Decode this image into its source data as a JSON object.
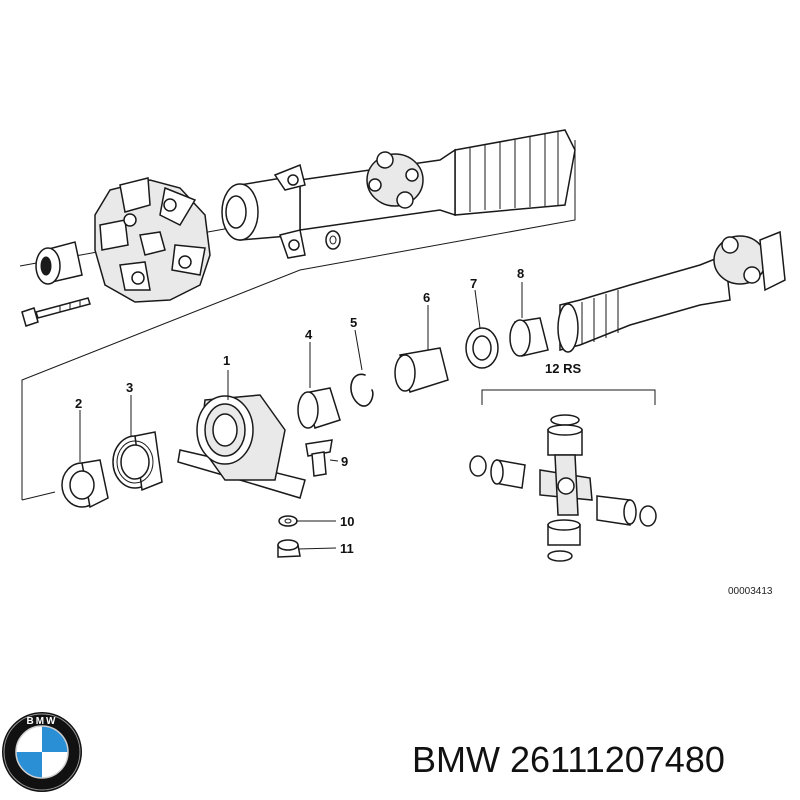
{
  "diagram": {
    "callouts": {
      "c1": "1",
      "c2": "2",
      "c3": "3",
      "c4": "4",
      "c5": "5",
      "c6": "6",
      "c7": "7",
      "c8": "8",
      "c9": "9",
      "c10": "10",
      "c11": "11",
      "c12": "12 RS"
    },
    "reference_code": "00003413"
  },
  "logo": {
    "brand_letters": "BMW",
    "colors": {
      "blue": "#2b8fd6",
      "ring": "#111111"
    }
  },
  "part_label": "BMW 26111207480"
}
